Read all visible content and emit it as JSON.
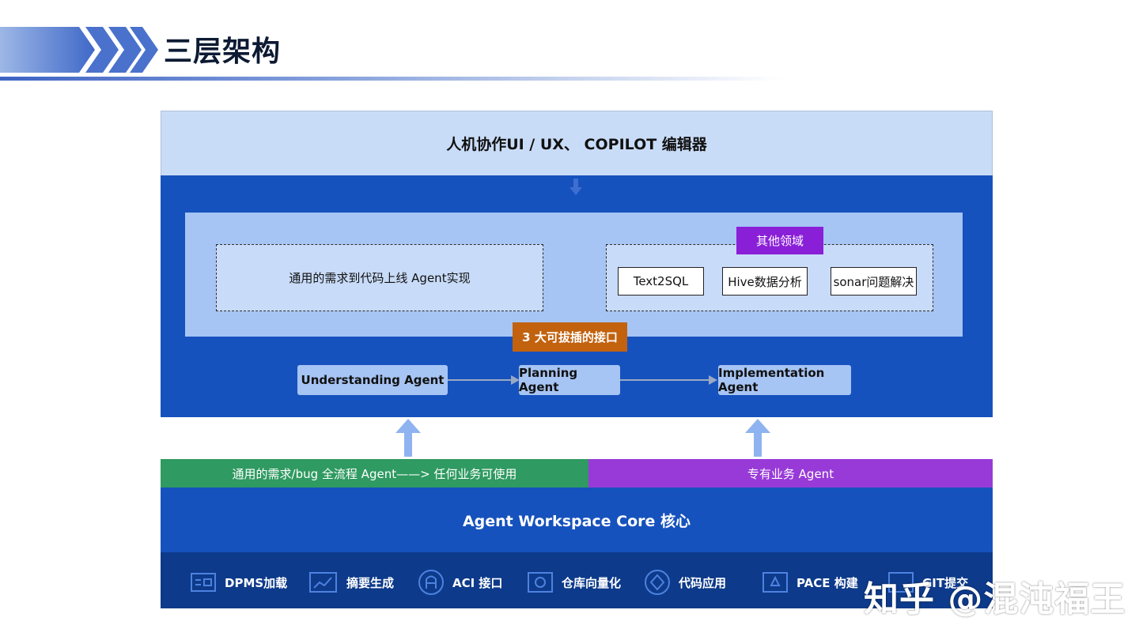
{
  "header": {
    "title": "三层架构"
  },
  "top_layer": {
    "label": "人机协作UI / UX、 COPILOT 编辑器"
  },
  "middle_layer": {
    "general_box": "通用的需求到代码上线 Agent实现",
    "other_domains": {
      "tag": "其他领域",
      "items": [
        "Text2SQL",
        "Hive数据分析",
        "sonar问题解决"
      ]
    },
    "pluggable_tag": "3 大可拔插的接口",
    "agents": [
      "Understanding Agent",
      "Planning Agent",
      "Implementation Agent"
    ]
  },
  "bottom_layer": {
    "general_flow": "通用的需求/bug 全流程 Agent——> 任何业务可使用",
    "dedicated": "专有业务 Agent",
    "core": "Agent Workspace Core 核心",
    "tools": [
      {
        "icon": "dpms-icon",
        "label": "DPMS加载"
      },
      {
        "icon": "summary-chart-icon",
        "label": "摘要生成"
      },
      {
        "icon": "aci-icon",
        "label": "ACI 接口"
      },
      {
        "icon": "repo-vector-icon",
        "label": "仓库向量化"
      },
      {
        "icon": "code-app-icon",
        "label": "代码应用"
      },
      {
        "icon": "pace-build-icon",
        "label": "PACE 构建"
      },
      {
        "icon": "git-commit-icon",
        "label": "GIT提交"
      }
    ]
  },
  "watermark": "知乎 @混沌福王",
  "colors": {
    "title_bar_light": "#c9dcf7",
    "block_blue": "#1652bd",
    "panel_blue": "#a6c4f4",
    "tag_purple": "#8a1fd8",
    "tag_orange": "#c2620f",
    "green": "#2f9a61",
    "purple": "#983ad8",
    "tools_navy": "#0d3a8a"
  }
}
